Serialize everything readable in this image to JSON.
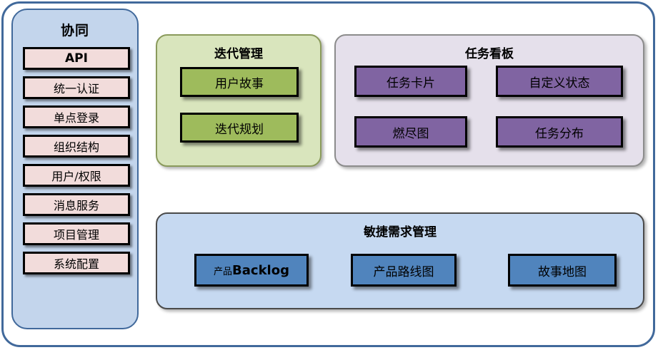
{
  "diagram": {
    "frame_color": "#41699b",
    "sidebar": {
      "title": "协同",
      "fill_color": "#c3d5ec",
      "item_fill_color": "#f2dcdb",
      "items": [
        {
          "label": "API",
          "latin": true
        },
        {
          "label": "统一认证",
          "latin": false
        },
        {
          "label": "单点登录",
          "latin": false
        },
        {
          "label": "组织结构",
          "latin": false
        },
        {
          "label": "用户/权限",
          "latin": false
        },
        {
          "label": "消息服务",
          "latin": false
        },
        {
          "label": "项目管理",
          "latin": false
        },
        {
          "label": "系统配置",
          "latin": false
        }
      ]
    },
    "groups": {
      "iteration": {
        "title": "迭代管理",
        "fill_color": "#d9e5bd",
        "box_color": "#9ebb5c",
        "boxes": [
          {
            "label": "用户故事"
          },
          {
            "label": "迭代规划"
          }
        ]
      },
      "taskboard": {
        "title": "任务看板",
        "fill_color": "#e5e0eb",
        "box_color": "#8064a2",
        "boxes": [
          {
            "label": "任务卡片"
          },
          {
            "label": "自定义状态"
          },
          {
            "label": "燃尽图"
          },
          {
            "label": "任务分布"
          }
        ]
      },
      "agile": {
        "title": "敏捷需求管理",
        "fill_color": "#c6d9f1",
        "box_color": "#5084bd",
        "boxes": [
          {
            "label_cjk": "产品",
            "label_latin": "Backlog"
          },
          {
            "label": "产品路线图"
          },
          {
            "label": "故事地图"
          }
        ]
      }
    }
  }
}
